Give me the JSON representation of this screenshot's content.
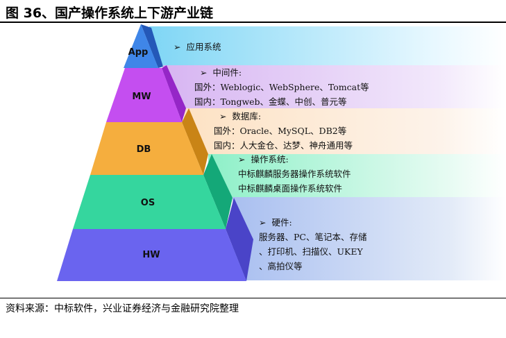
{
  "title": "图 36、国产操作系统上下游产业链",
  "source": "资料来源：中标软件，兴业证券经济与金融研究院整理",
  "arrow": "➢",
  "layers": [
    {
      "label": "App",
      "head": "应用系统",
      "lines": [],
      "color": "#3f7fe0"
    },
    {
      "label": "MW",
      "head": "中间件:",
      "lines": [
        "国外：Weblogic、WebSphere、Tomcat等",
        "国内：Tongweb、金蝶、中创、普元等"
      ],
      "color": "#c04ae8"
    },
    {
      "label": "DB",
      "head": "数据库:",
      "lines": [
        "国外：Oracle、MySQL、DB2等",
        "国内：人大金仓、达梦、神舟通用等"
      ],
      "color": "#f0a73a"
    },
    {
      "label": "OS",
      "head": "操作系统:",
      "lines": [
        "中标麒麟服务器操作系统软件",
        "中标麒麟桌面操作系统软件"
      ],
      "color": "#2ed39a"
    },
    {
      "label": "HW",
      "head": "硬件:",
      "lines": [
        "服务器、PC、笔记本、存储",
        "、打印机、扫描仪、UKEY",
        "、高拍仪等"
      ],
      "color": "#6a64ef"
    }
  ]
}
